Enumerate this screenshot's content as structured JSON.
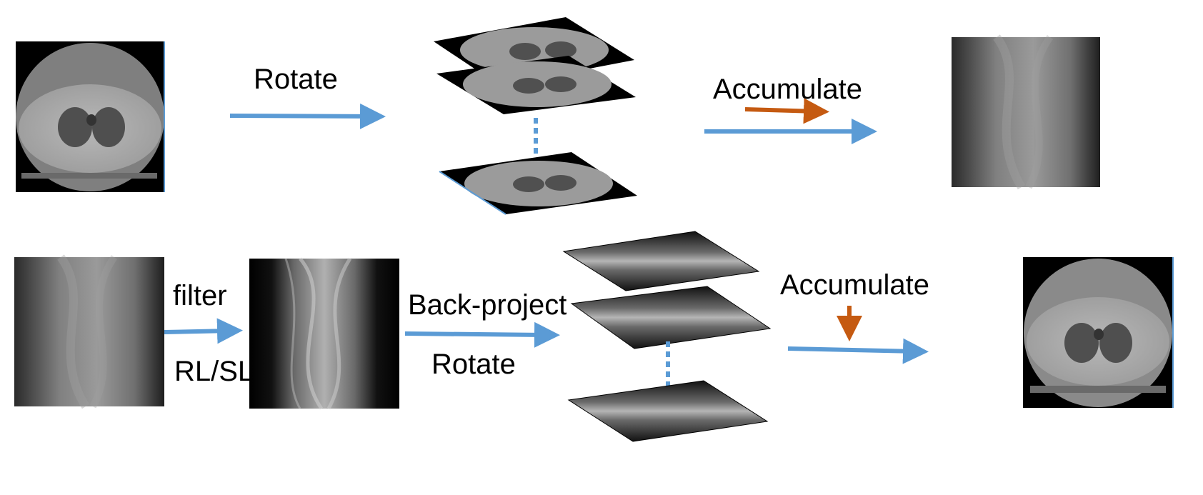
{
  "labels": {
    "rotate_top": "Rotate",
    "accumulate_top": "Accumulate",
    "filter": "filter",
    "rl_sl": "RL/SL",
    "back_project": "Back-project",
    "rotate_bottom": "Rotate",
    "accumulate_bottom": "Accumulate"
  },
  "colors": {
    "arrow_blue": "#5b9bd5",
    "arrow_orange": "#c55a11"
  },
  "icons": [
    "ct-slice-image",
    "sinogram-image",
    "filtered-sinogram-image",
    "reconstructed-ct-image"
  ]
}
